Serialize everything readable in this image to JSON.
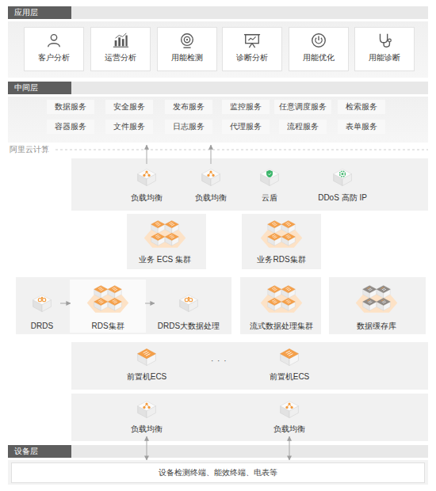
{
  "diagram": {
    "nodes": [
      {
        "text": [
          "应用层"
        ]
      },
      {
        "text": [
          "客户分析"
        ],
        "in": 0
      },
      {
        "text": [
          "运营分析"
        ],
        "in": 0
      },
      {
        "text": [
          "用能检测"
        ],
        "in": 0
      },
      {
        "text": [
          "诊断分析"
        ],
        "in": 0
      },
      {
        "text": [
          "用能优化"
        ],
        "in": 0
      },
      {
        "text": [
          "用能诊断"
        ],
        "in": 0
      },
      {
        "text": [
          "中间层"
        ]
      },
      {
        "text": [
          "数据服务"
        ],
        "in": 7
      },
      {
        "text": [
          "安全服务"
        ],
        "in": 7
      },
      {
        "text": [
          "发布服务"
        ],
        "in": 7
      },
      {
        "text": [
          "监控服务"
        ],
        "in": 7
      },
      {
        "text": [
          "任意调度服务"
        ],
        "in": 7
      },
      {
        "text": [
          "检索服务"
        ],
        "in": 7
      },
      {
        "text": [
          "容器服务"
        ],
        "in": 7
      },
      {
        "text": [
          "文件服务"
        ],
        "in": 7
      },
      {
        "text": [
          "日志服务"
        ],
        "in": 7
      },
      {
        "text": [
          "代理服务"
        ],
        "in": 7
      },
      {
        "text": [
          "流程服务"
        ],
        "in": 7
      },
      {
        "text": [
          "表单服务"
        ],
        "in": 7
      },
      {
        "text": [
          "负载均衡"
        ]
      },
      {
        "text": [
          "负载均衡"
        ]
      },
      {
        "text": [
          "云盾"
        ]
      },
      {
        "text": [
          "DDoS 高防 IP"
        ]
      },
      {
        "text": [
          "业务 ECS 集群"
        ]
      },
      {
        "text": [
          "业务RDS集群"
        ]
      },
      {
        "text": [
          "DRDS"
        ]
      },
      {
        "text": [
          "RDS集群"
        ]
      },
      {
        "text": [
          "DRDS大数据处理"
        ]
      },
      {
        "text": [
          "流式数据处理集群"
        ]
      },
      {
        "text": [
          "数据缓存库"
        ]
      },
      {
        "text": [
          "前置机ECS"
        ]
      },
      {
        "text": [
          "前置机ECS"
        ]
      },
      {
        "text": [
          "负载均衡"
        ]
      },
      {
        "text": [
          "负载均衡"
        ]
      },
      {
        "text": [
          "设备层"
        ]
      },
      {
        "text": [
          "设备检测终端、能效终端、电表等"
        ],
        "in": 35
      }
    ],
    "edges": [
      {
        "from": 20,
        "to": 7,
        "arrow": "to"
      },
      {
        "from": 21,
        "to": 7,
        "arrow": "to"
      },
      {
        "from": 26,
        "to": 27,
        "arrow": "to"
      },
      {
        "from": 27,
        "to": 28,
        "arrow": "to"
      },
      {
        "from": 33,
        "to": 36,
        "arrow": "both"
      },
      {
        "from": 34,
        "to": 36,
        "arrow": "both"
      }
    ],
    "labels": [
      "阿里云计算",
      "· · ·"
    ]
  }
}
